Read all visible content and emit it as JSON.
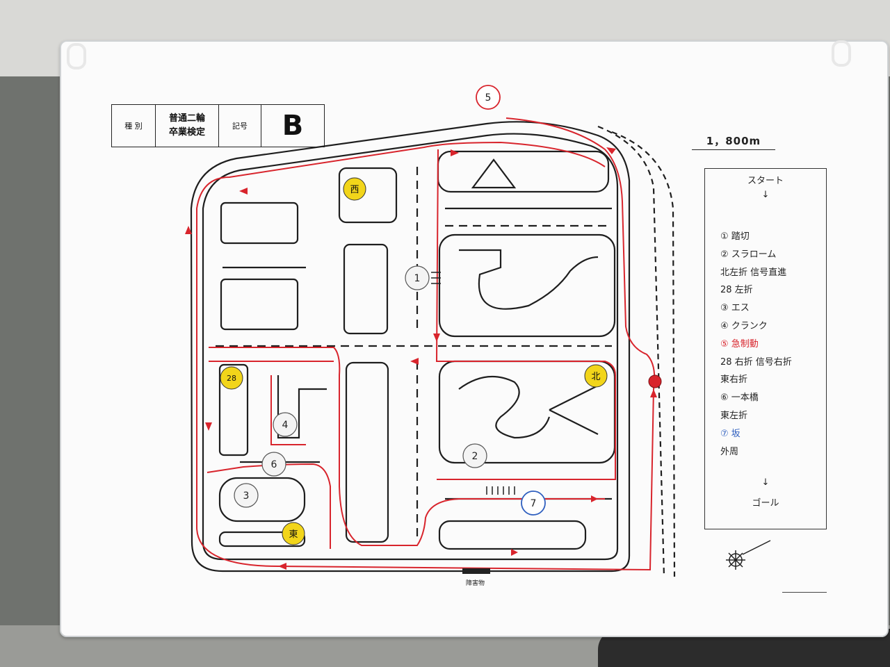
{
  "header": {
    "category_label": "種 別",
    "license_type": [
      "普通二輪",
      "卒業検定"
    ],
    "symbol_label": "記号",
    "course_code": "B"
  },
  "distance": "1，800m",
  "legend": {
    "start": "スタート",
    "arrow": "↓",
    "items": [
      {
        "text": "①  踏切",
        "color": "#222222"
      },
      {
        "text": "②  スラローム",
        "color": "#222222"
      },
      {
        "text": "北左折  信号直進",
        "color": "#222222"
      },
      {
        "text": "28 左折",
        "color": "#222222"
      },
      {
        "text": "③  エス",
        "color": "#222222"
      },
      {
        "text": "④  クランク",
        "color": "#222222"
      },
      {
        "text": "⑤  急制動",
        "color": "#d8242c"
      },
      {
        "text": "28 右折  信号右折",
        "color": "#222222"
      },
      {
        "text": "東右折",
        "color": "#222222"
      },
      {
        "text": "⑥  一本橋",
        "color": "#222222"
      },
      {
        "text": "東左折",
        "color": "#222222"
      },
      {
        "text": "⑦  坂",
        "color": "#2f5fbf"
      },
      {
        "text": "外周",
        "color": "#222222"
      }
    ],
    "arrow2": "↓",
    "goal": "ゴール"
  },
  "markers": {
    "west": "西",
    "north": "北",
    "east": "東",
    "n28": "28"
  },
  "stations": [
    "1",
    "2",
    "3",
    "4",
    "5",
    "6",
    "7"
  ],
  "obstacle_label": "障害物",
  "colors": {
    "route": "#d8242c",
    "road": "#1e1e1e",
    "marker_yellow": "#f2d51a",
    "slope": "#2f5fbf"
  }
}
